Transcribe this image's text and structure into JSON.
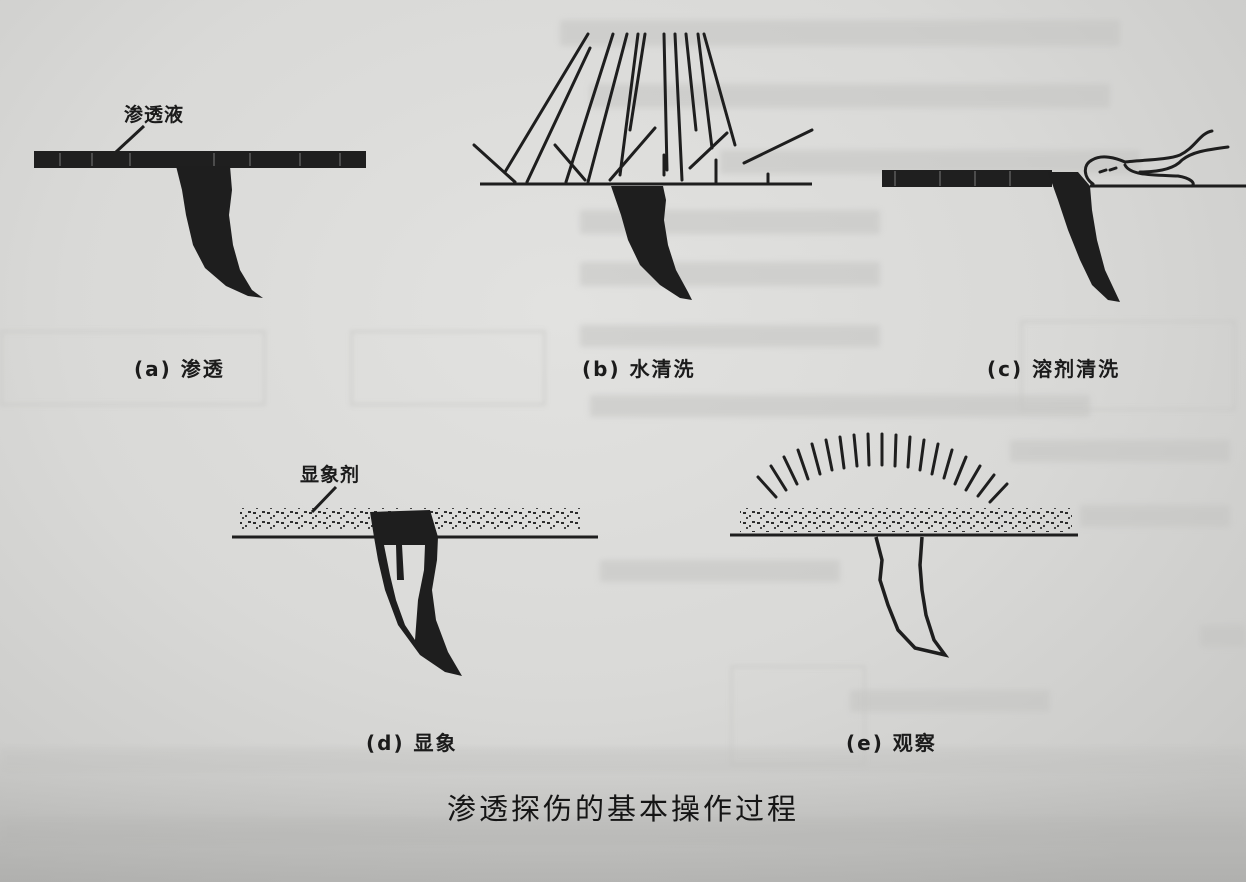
{
  "figure": {
    "caption": "渗透探伤的基本操作过程",
    "ink_color": "#1e1e1e",
    "paper_color": "#dcdcda",
    "panels": [
      {
        "id": "a",
        "label": "(a) 渗透",
        "callout": "渗透液",
        "step": "penetration"
      },
      {
        "id": "b",
        "label": "(b) 水清洗",
        "callout": "",
        "step": "water-rinse"
      },
      {
        "id": "c",
        "label": "(c) 溶剂清洗",
        "callout": "",
        "step": "solvent-wipe"
      },
      {
        "id": "d",
        "label": "(d) 显象",
        "callout": "显象剂",
        "step": "development"
      },
      {
        "id": "e",
        "label": "(e) 观察",
        "callout": "",
        "step": "observation"
      }
    ]
  }
}
